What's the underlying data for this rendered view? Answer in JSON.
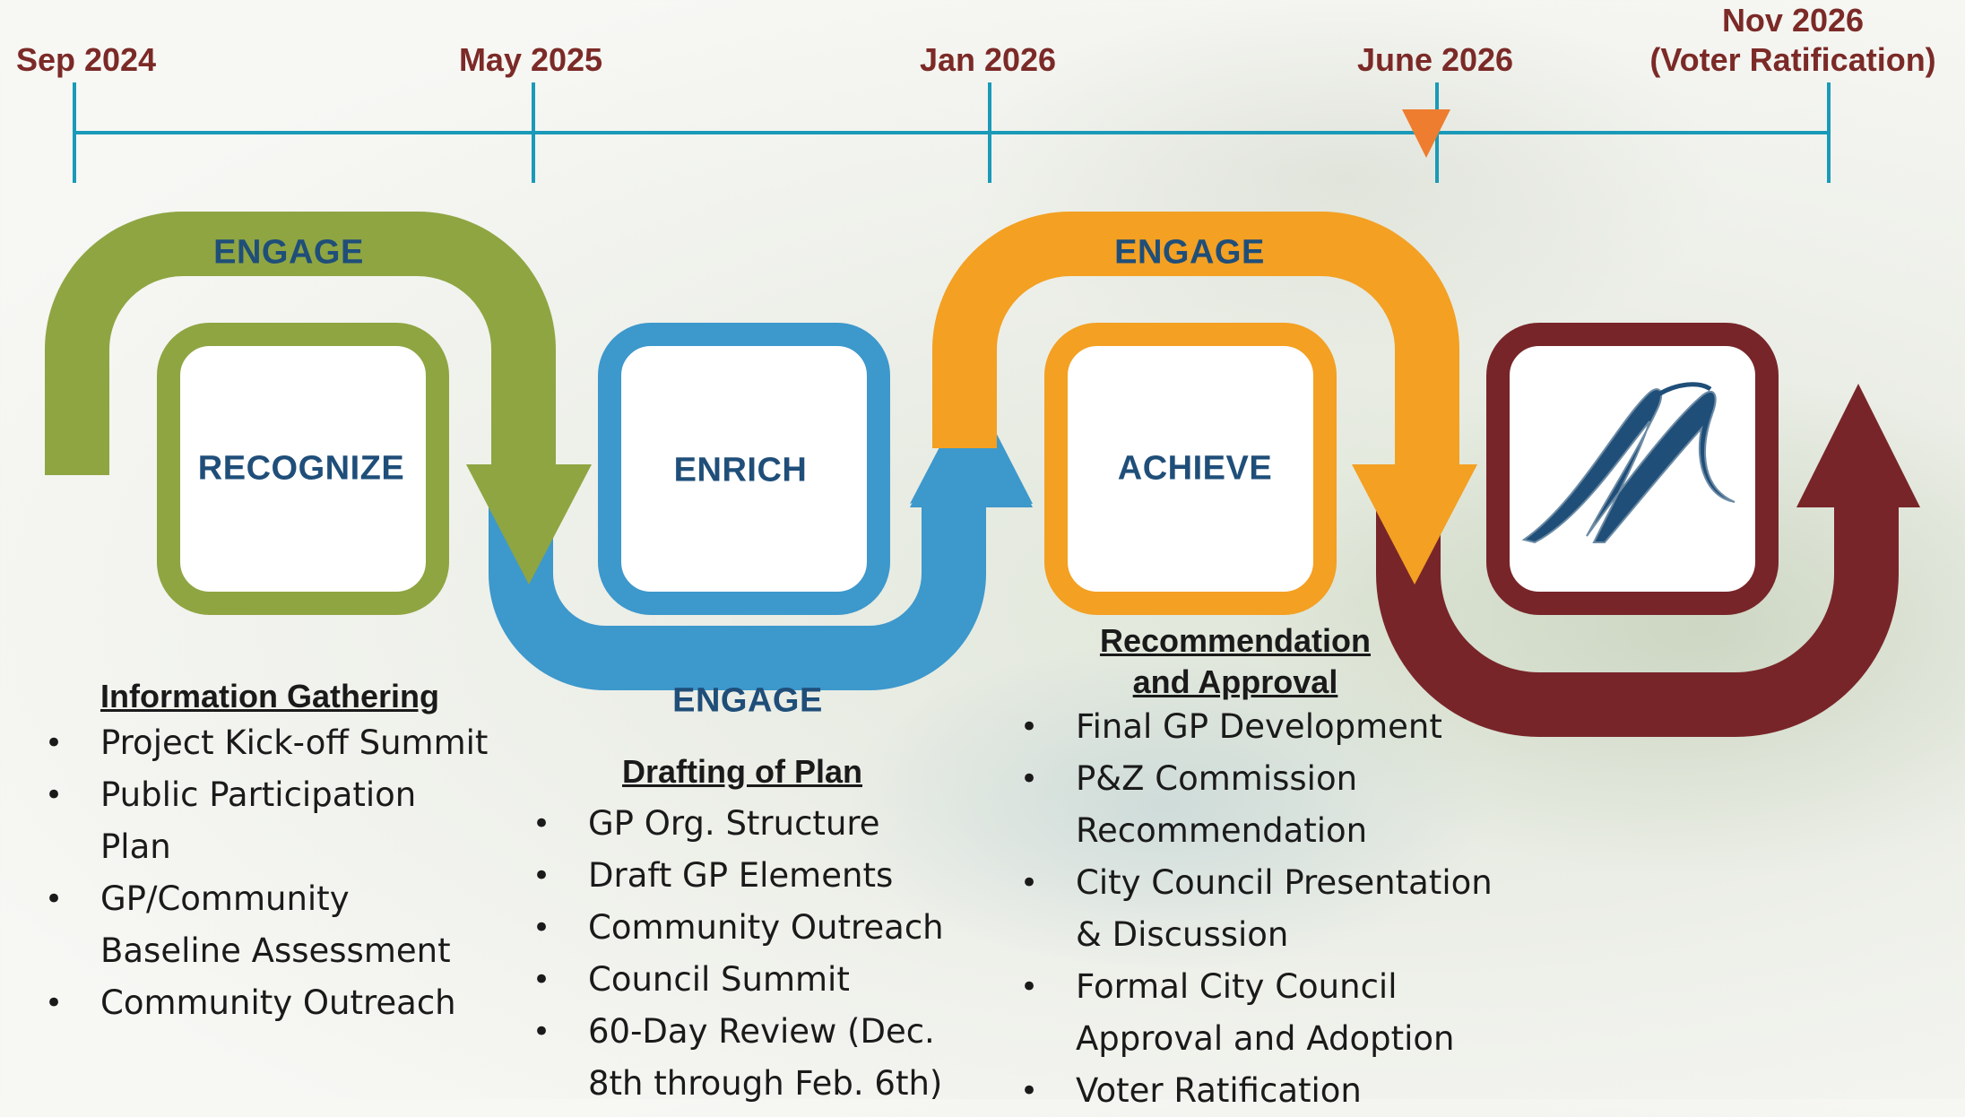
{
  "timeline": {
    "markers": [
      {
        "label": "Sep 2024"
      },
      {
        "label": "May 2025"
      },
      {
        "label": "Jan 2026"
      },
      {
        "label": "June 2026"
      },
      {
        "label_line1": "Nov 2026",
        "label_line2": "(Voter Ratification)"
      }
    ],
    "current_marker_color": "#ee7d2f",
    "line_color": "#1a9ab8"
  },
  "phases": {
    "recognize": "RECOGNIZE",
    "enrich": "ENRICH",
    "achieve": "ACHIEVE",
    "final_logo": "M-logo"
  },
  "engage_labels": [
    "ENGAGE",
    "ENGAGE",
    "ENGAGE"
  ],
  "colors": {
    "green": "#8fa542",
    "blue": "#3d98cc",
    "orange": "#f3a023",
    "maroon": "#782529",
    "label": "#1f4e79"
  },
  "sections": {
    "info": {
      "heading": "Information Gathering",
      "items": [
        "Project Kick-off Summit",
        "Public Participation Plan",
        "GP/Community Baseline Assessment",
        "Community Outreach"
      ]
    },
    "draft": {
      "heading": "Drafting of Plan",
      "items": [
        "GP Org. Structure",
        "Draft GP Elements",
        "Community Outreach",
        "Council Summit",
        "60-Day Review (Dec. 8th through Feb. 6th)"
      ]
    },
    "approval": {
      "heading_line1": "Recommendation",
      "heading_line2": "and Approval",
      "items": [
        "Final GP Development",
        "P&Z Commission Recommendation",
        "City Council Presentation & Discussion",
        "Formal City Council Approval and Adoption",
        "Voter Ratification"
      ]
    }
  }
}
